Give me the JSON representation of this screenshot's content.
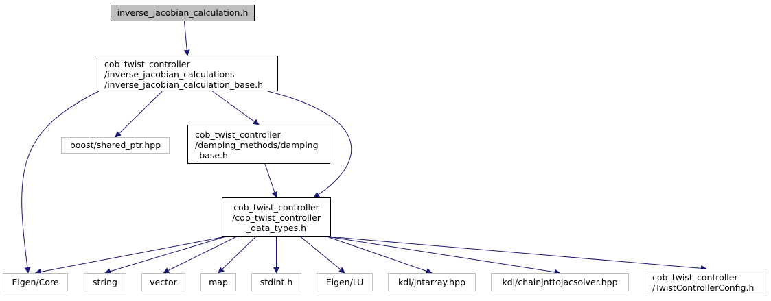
{
  "colors": {
    "edge": "#191970",
    "root_fill": "#bfbfbf",
    "internal_border": "#000000",
    "external_border": "#bfbfbf"
  },
  "nodes": {
    "root": {
      "lines": [
        "inverse_jacobian_calculation.h"
      ]
    },
    "base": {
      "lines": [
        "cob_twist_controller",
        "/inverse_jacobian_calculations",
        "/inverse_jacobian_calculation_base.h"
      ]
    },
    "shared_ptr": {
      "lines": [
        "boost/shared_ptr.hpp"
      ]
    },
    "damping": {
      "lines": [
        "cob_twist_controller",
        "/damping_methods/damping",
        "_base.h"
      ]
    },
    "data_types": {
      "lines": [
        "cob_twist_controller",
        "/cob_twist_controller",
        "_data_types.h"
      ]
    },
    "eigen_core": {
      "lines": [
        "Eigen/Core"
      ]
    },
    "string": {
      "lines": [
        "string"
      ]
    },
    "vector": {
      "lines": [
        "vector"
      ]
    },
    "map": {
      "lines": [
        "map"
      ]
    },
    "stdint": {
      "lines": [
        "stdint.h"
      ]
    },
    "eigen_lu": {
      "lines": [
        "Eigen/LU"
      ]
    },
    "jntarray": {
      "lines": [
        "kdl/jntarray.hpp"
      ]
    },
    "chainjnt": {
      "lines": [
        "kdl/chainjnttojacsolver.hpp"
      ]
    },
    "config": {
      "lines": [
        "cob_twist_controller",
        "/TwistControllerConfig.h"
      ]
    }
  },
  "edges": [
    [
      "root",
      "base"
    ],
    [
      "base",
      "eigen_core"
    ],
    [
      "base",
      "shared_ptr"
    ],
    [
      "base",
      "damping"
    ],
    [
      "base",
      "data_types"
    ],
    [
      "damping",
      "data_types"
    ],
    [
      "data_types",
      "eigen_core"
    ],
    [
      "data_types",
      "string"
    ],
    [
      "data_types",
      "vector"
    ],
    [
      "data_types",
      "map"
    ],
    [
      "data_types",
      "stdint"
    ],
    [
      "data_types",
      "eigen_lu"
    ],
    [
      "data_types",
      "jntarray"
    ],
    [
      "data_types",
      "chainjnt"
    ],
    [
      "data_types",
      "config"
    ]
  ]
}
